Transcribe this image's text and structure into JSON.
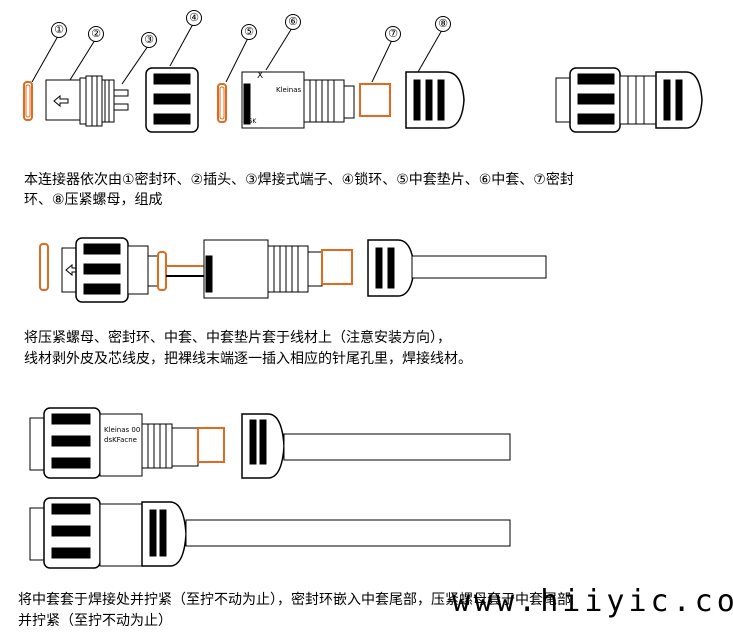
{
  "callouts": [
    "①",
    "②",
    "③",
    "④",
    "⑤",
    "⑥",
    "⑦",
    "⑧"
  ],
  "part_labels": {
    "plug_marking": "X",
    "housing_marking": "Kleinas",
    "code": "DSK"
  },
  "step1": {
    "line1": "本连接器依次由①密封环、②插头、③焊接式端子、④锁环、⑤中套垫片、⑥中套、⑦密封",
    "line2": "环、⑧压紧螺母，组成"
  },
  "step2": {
    "line1": "将压紧螺母、密封环、中套、中套垫片套于线材上（注意安装方向），",
    "line2": "线材剥外皮及芯线皮，把裸线末端逐一插入相应的针尾孔里，焊接线材。"
  },
  "step3": {
    "marking_a": "Kleinas 00",
    "marking_b": "dsKFacne",
    "line1": "将中套套于焊接处并拧紧（至拧不动为止），密封环嵌入中套尾部，压紧螺母套于中套尾部",
    "line2": "并拧紧（至拧不动为止）"
  },
  "watermark": "www.hiiyic.com",
  "colors": {
    "seal": "#e06a1f",
    "line": "#000000",
    "background": "#ffffff"
  }
}
